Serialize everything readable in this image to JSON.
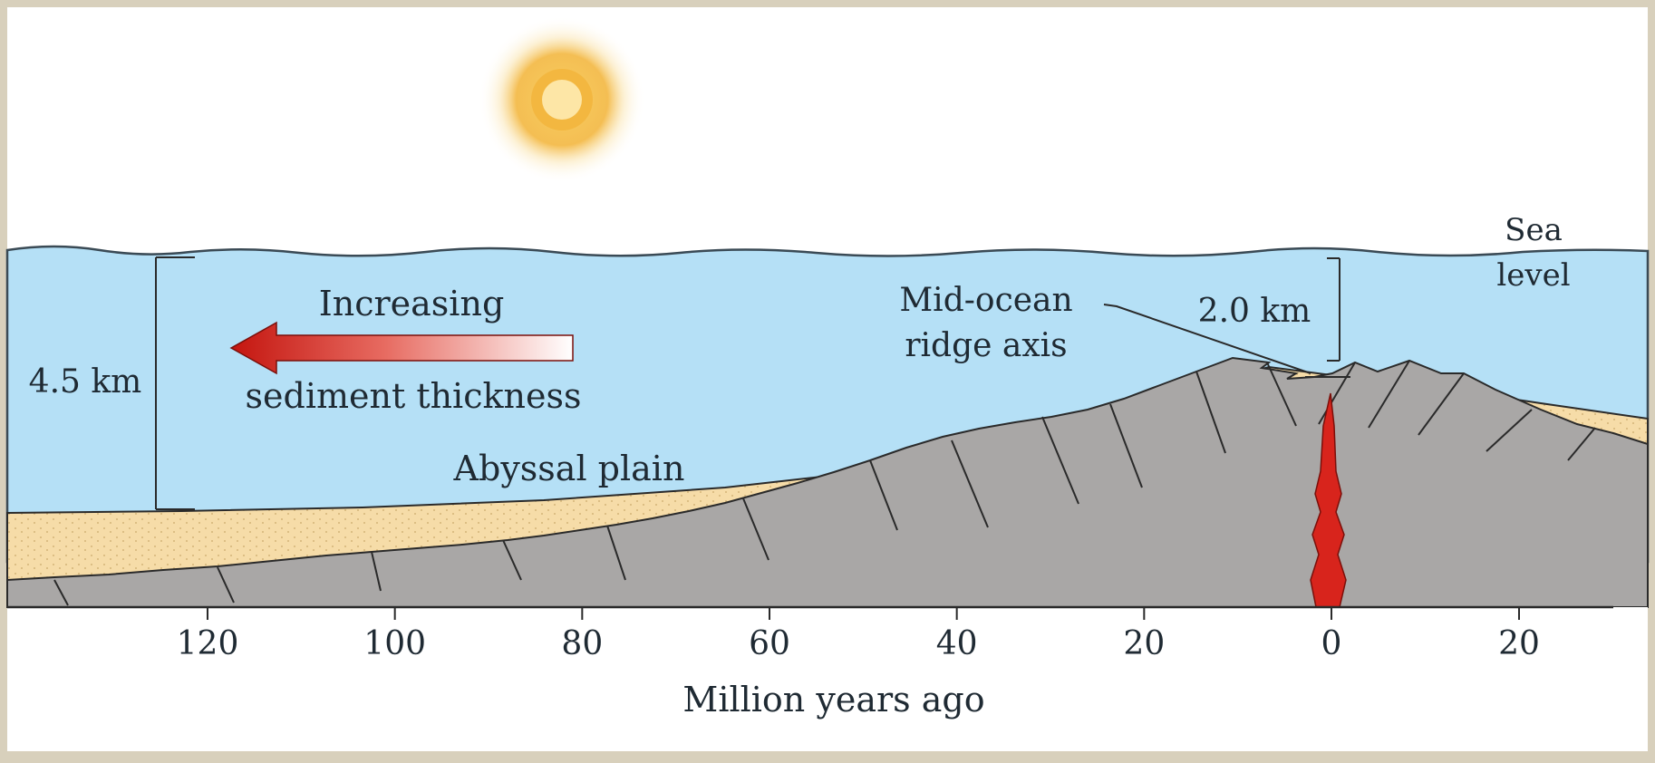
{
  "labels": {
    "sea_level": [
      "Sea",
      "level"
    ],
    "ridge_depth": "2.0 km",
    "ridge_axis": [
      "Mid-ocean",
      "ridge axis"
    ],
    "sediment_arrow": [
      "Increasing",
      "sediment thickness"
    ],
    "plain_depth": "4.5 km",
    "abyssal_plain": "Abyssal plain",
    "x_axis_title": "Million years ago"
  },
  "x_axis": {
    "ticks_left": [
      120,
      100,
      80,
      60,
      40,
      20
    ],
    "tick_center": 0,
    "ticks_right": [
      20
    ]
  },
  "colors": {
    "ocean": "#b5e0f6",
    "sediment": "#f6dca8",
    "crust": "#a9a7a6",
    "magma": "#d8241c",
    "sun": "#f3b740",
    "frame": "#d8d0bc"
  }
}
